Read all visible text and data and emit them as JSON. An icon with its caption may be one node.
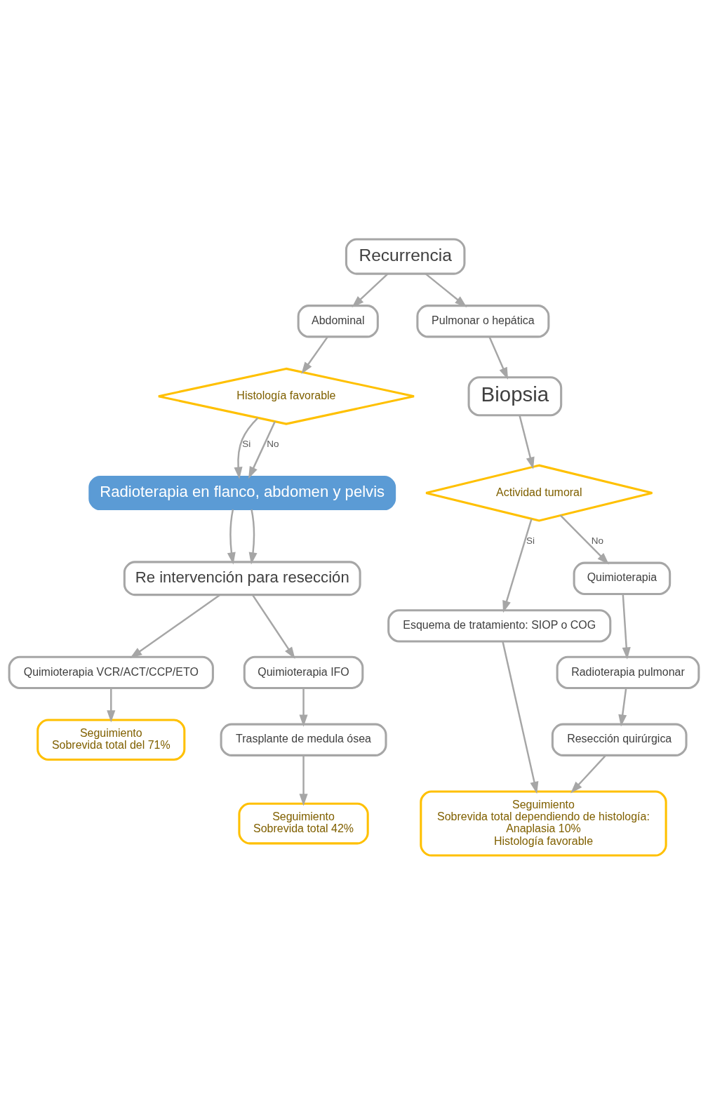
{
  "diagram": {
    "nodes": [
      {
        "text": [
          "Recurrencia"
        ]
      },
      {
        "text": [
          "Abdominal"
        ]
      },
      {
        "text": [
          "Pulmonar o hepática"
        ]
      },
      {
        "text": [
          "Histología favorable"
        ]
      },
      {
        "text": [
          "Radioterapia en flanco, abdomen y pelvis"
        ]
      },
      {
        "text": [
          "Re intervención para resección"
        ]
      },
      {
        "text": [
          "Quimioterapia VCR/ACT/CCP/ETO"
        ]
      },
      {
        "text": [
          "Quimioterapia IFO"
        ]
      },
      {
        "text": [
          "Seguimiento",
          "Sobrevida total del 71%"
        ]
      },
      {
        "text": [
          "Trasplante de medula ósea"
        ]
      },
      {
        "text": [
          "Seguimiento",
          "Sobrevida total 42%"
        ]
      },
      {
        "text": [
          "Biopsia"
        ]
      },
      {
        "text": [
          "Actividad tumoral"
        ]
      },
      {
        "text": [
          "Esquema de tratamiento: SIOP o COG"
        ]
      },
      {
        "text": [
          "Quimioterapia"
        ]
      },
      {
        "text": [
          "Radioterapia pulmonar"
        ]
      },
      {
        "text": [
          "Resección quirúrgica"
        ]
      },
      {
        "text": [
          "Seguimiento",
          "Sobrevida total dependiendo de histología:",
          "Anaplasia 10%",
          "Histología favorable"
        ]
      }
    ],
    "edges": [
      {
        "from": 0,
        "to": 1,
        "arrow": "to"
      },
      {
        "from": 0,
        "to": 2,
        "arrow": "to"
      },
      {
        "from": 1,
        "to": 3,
        "arrow": "to"
      },
      {
        "from": 3,
        "to": 4,
        "arrow": "to",
        "label": "Si"
      },
      {
        "from": 3,
        "to": 4,
        "arrow": "to",
        "label": "No"
      },
      {
        "from": 4,
        "to": 5,
        "arrow": "to"
      },
      {
        "from": 4,
        "to": 5,
        "arrow": "to"
      },
      {
        "from": 5,
        "to": 6,
        "arrow": "to"
      },
      {
        "from": 5,
        "to": 7,
        "arrow": "to"
      },
      {
        "from": 6,
        "to": 8,
        "arrow": "to"
      },
      {
        "from": 7,
        "to": 9,
        "arrow": "to"
      },
      {
        "from": 9,
        "to": 10,
        "arrow": "to"
      },
      {
        "from": 2,
        "to": 11,
        "arrow": "to"
      },
      {
        "from": 11,
        "to": 12,
        "arrow": "to"
      },
      {
        "from": 12,
        "to": 13,
        "arrow": "to",
        "label": "Si"
      },
      {
        "from": 12,
        "to": 14,
        "arrow": "to",
        "label": "No"
      },
      {
        "from": 14,
        "to": 15,
        "arrow": "to"
      },
      {
        "from": 15,
        "to": 16,
        "arrow": "to"
      },
      {
        "from": 13,
        "to": 17,
        "arrow": "to"
      },
      {
        "from": 16,
        "to": 17,
        "arrow": "to"
      }
    ]
  }
}
